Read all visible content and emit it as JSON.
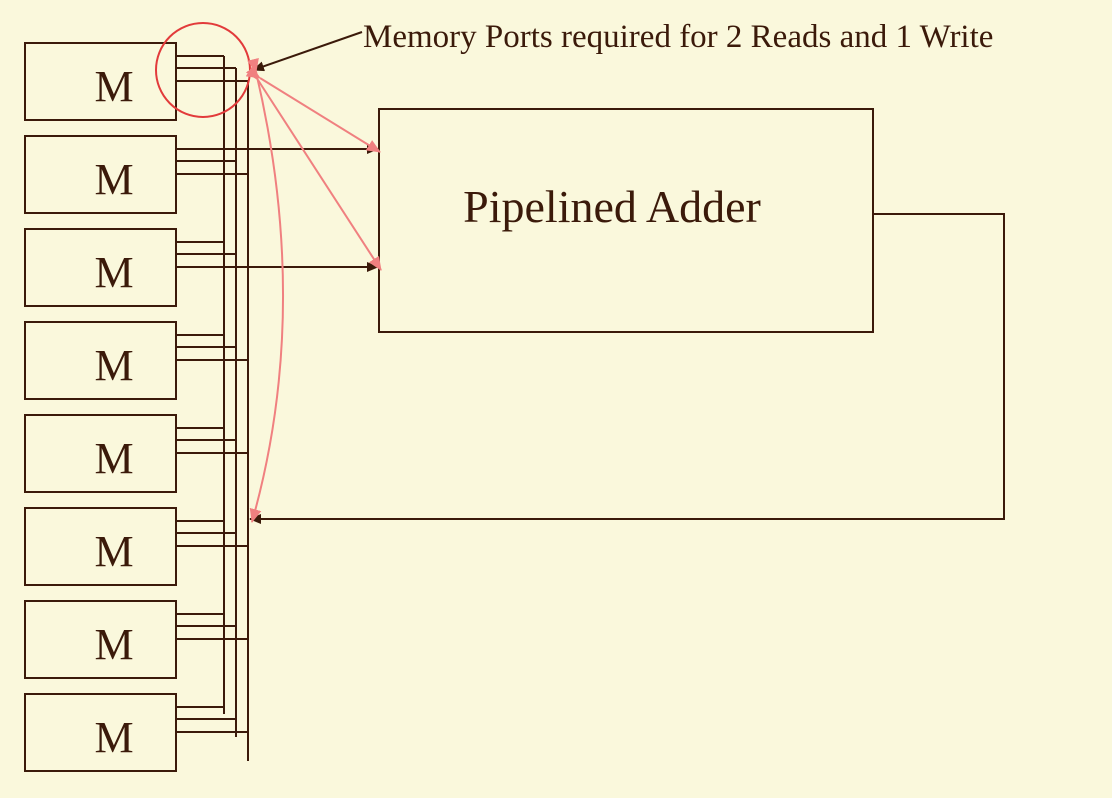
{
  "diagram": {
    "memory_label": "M",
    "memory_count": 8,
    "adder_label": "Pipelined Adder",
    "annotation": "Memory Ports required for 2 Reads and 1 Write",
    "colors": {
      "background": "#faf8dc",
      "line": "#3b1a0a",
      "highlight": "#e23b3b",
      "highlight_arrow": "#f08080"
    }
  }
}
